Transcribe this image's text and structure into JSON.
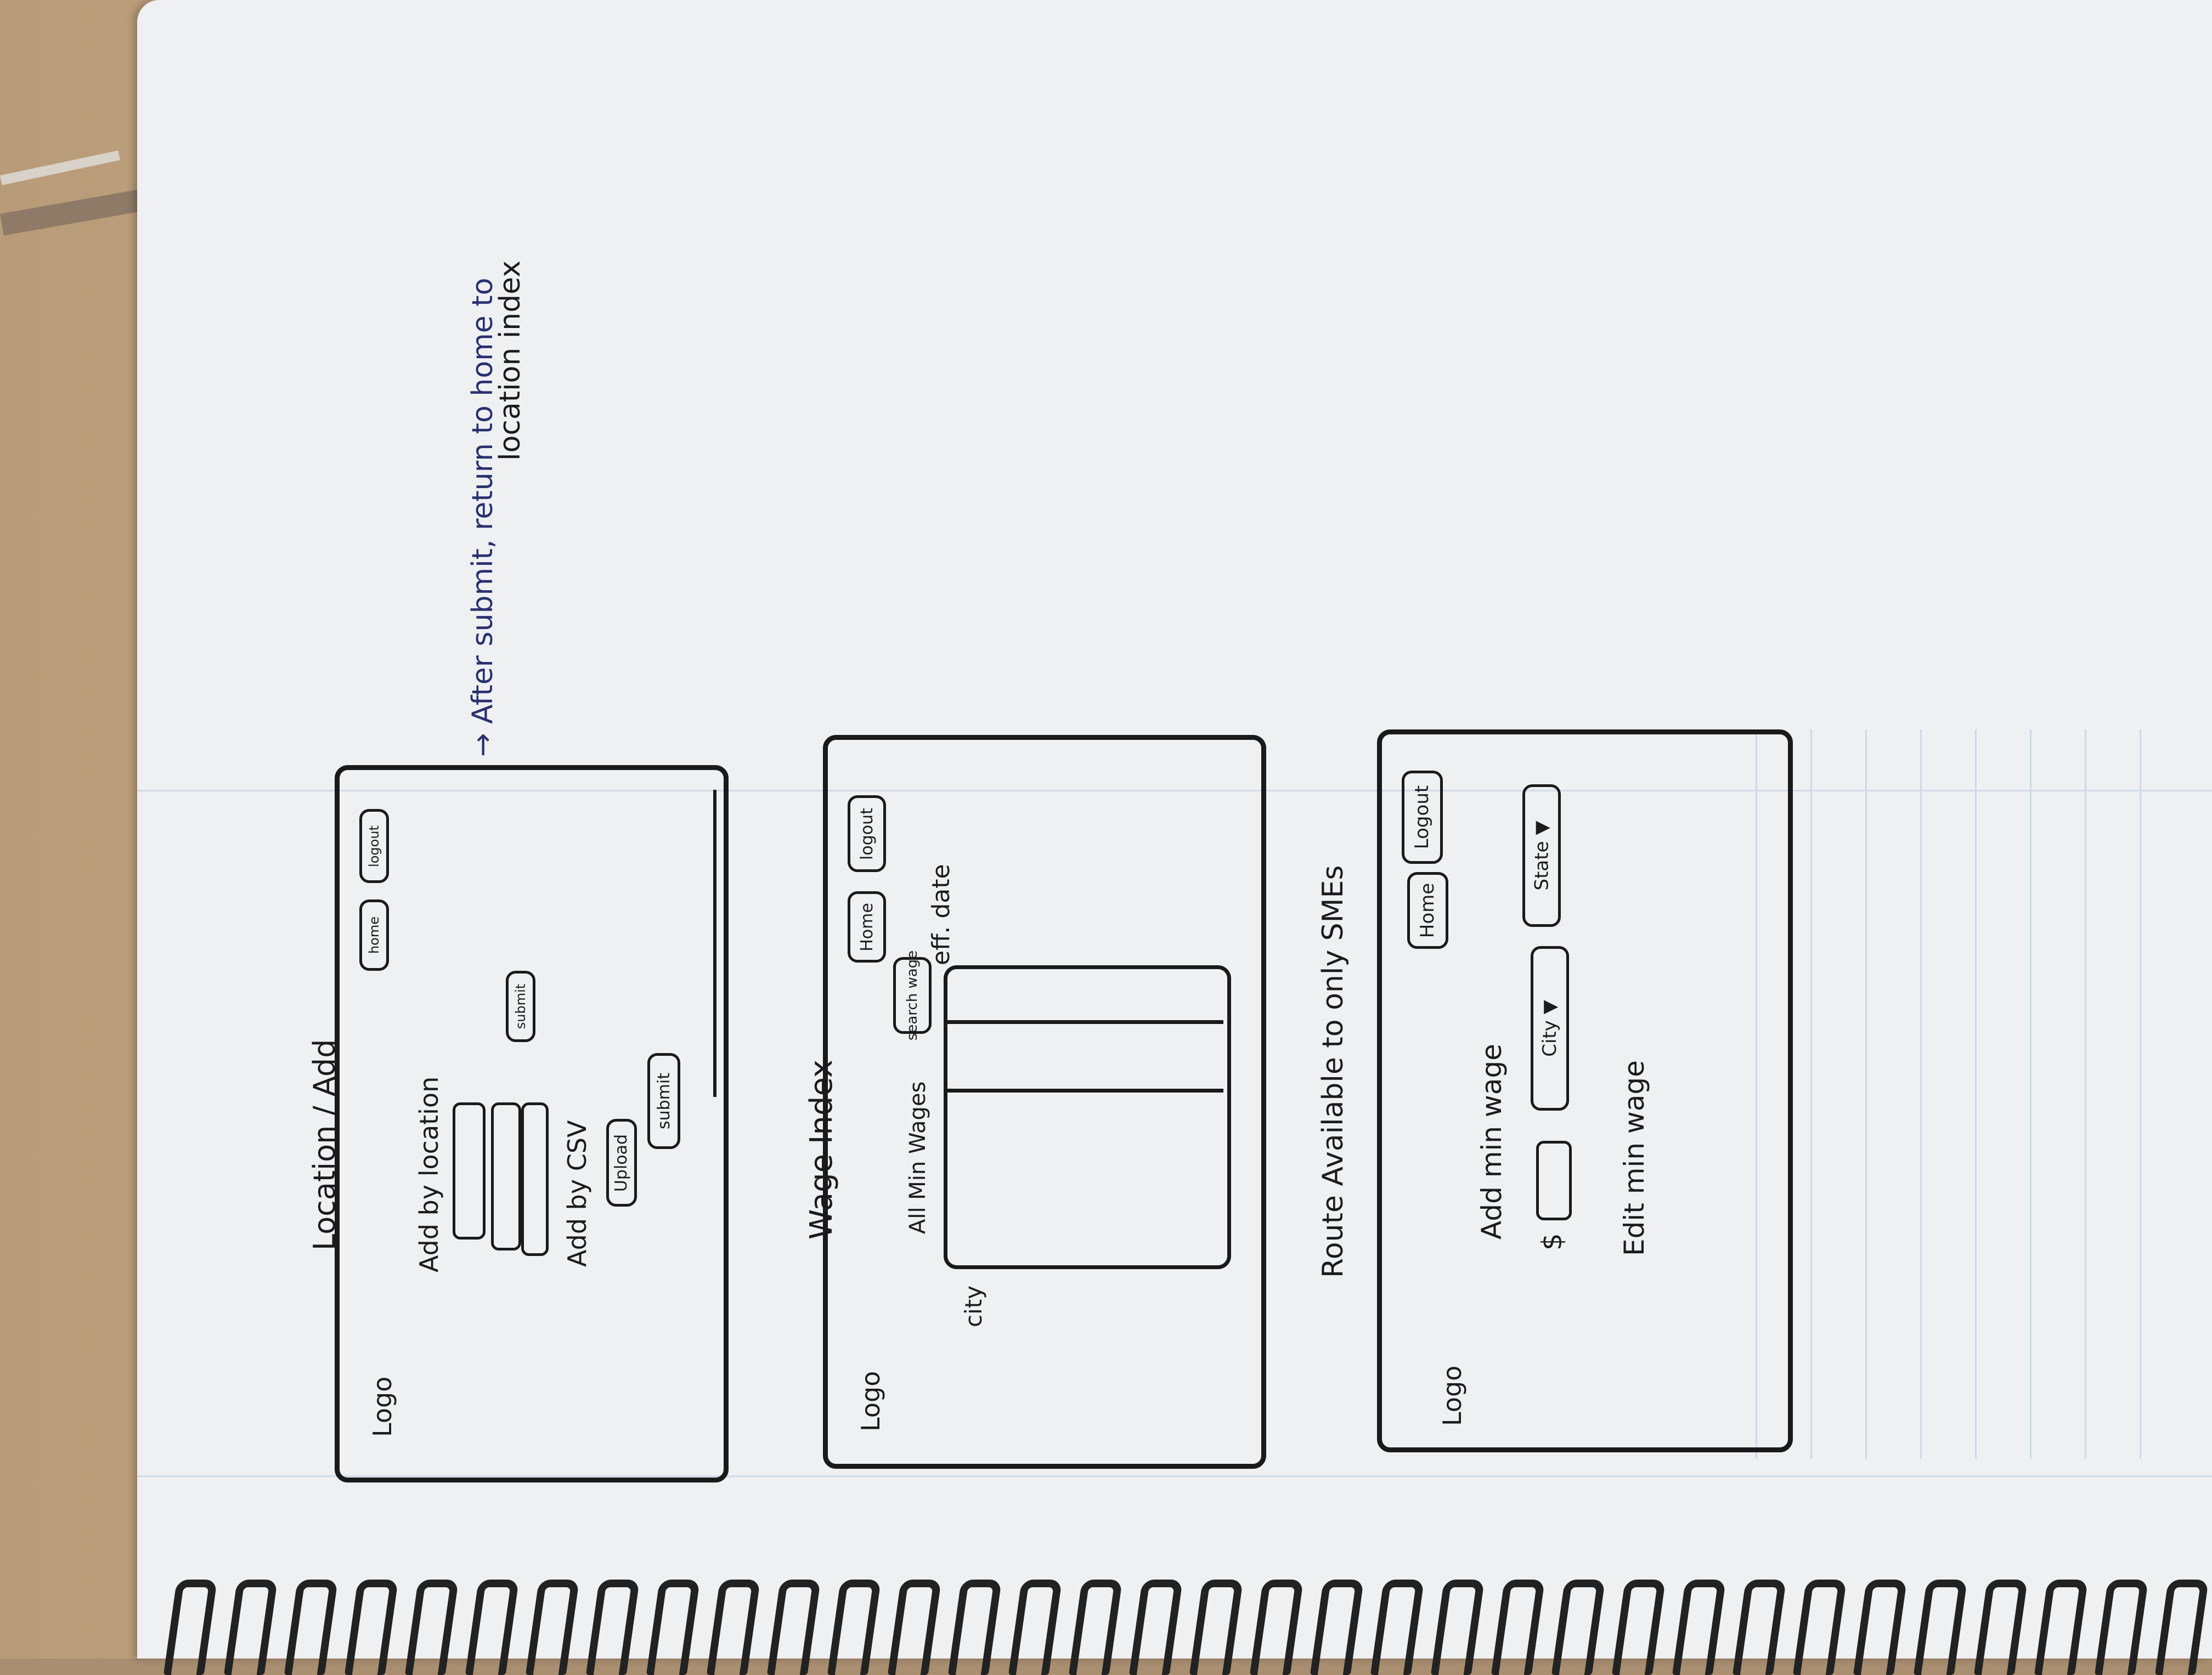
{
  "page1": {
    "title": "Location / Add",
    "logo": "Logo",
    "home": "home",
    "logout": "logout",
    "add_by_location": "Add by location",
    "submit_top": "submit",
    "add_by_csv": "Add by CSV",
    "upload": "Upload",
    "submit_bottom": "submit"
  },
  "note": {
    "line1": "→ After submit, return to home to",
    "line2": "location index"
  },
  "page2": {
    "title": "Wage Index",
    "logo": "Logo",
    "home": "Home",
    "logout": "logout",
    "all_min_wages": "All Min Wages",
    "search_wage": "search wage",
    "eff_date": "eff. date",
    "city": "city"
  },
  "note2": {
    "text": "Route Available to only SMEs"
  },
  "page3": {
    "logo": "Logo",
    "home": "Home",
    "logout": "Logout",
    "add_min_wage": "Add min wage",
    "dollar": "$",
    "city": "City ▼",
    "state": "State ▼",
    "edit_min_wage": "Edit min wage"
  },
  "colors": {
    "ink": "#1a1a1a",
    "blue_ink": "#2a2f6e",
    "paper": "#eef0f2",
    "desk": "#c9ab86"
  }
}
